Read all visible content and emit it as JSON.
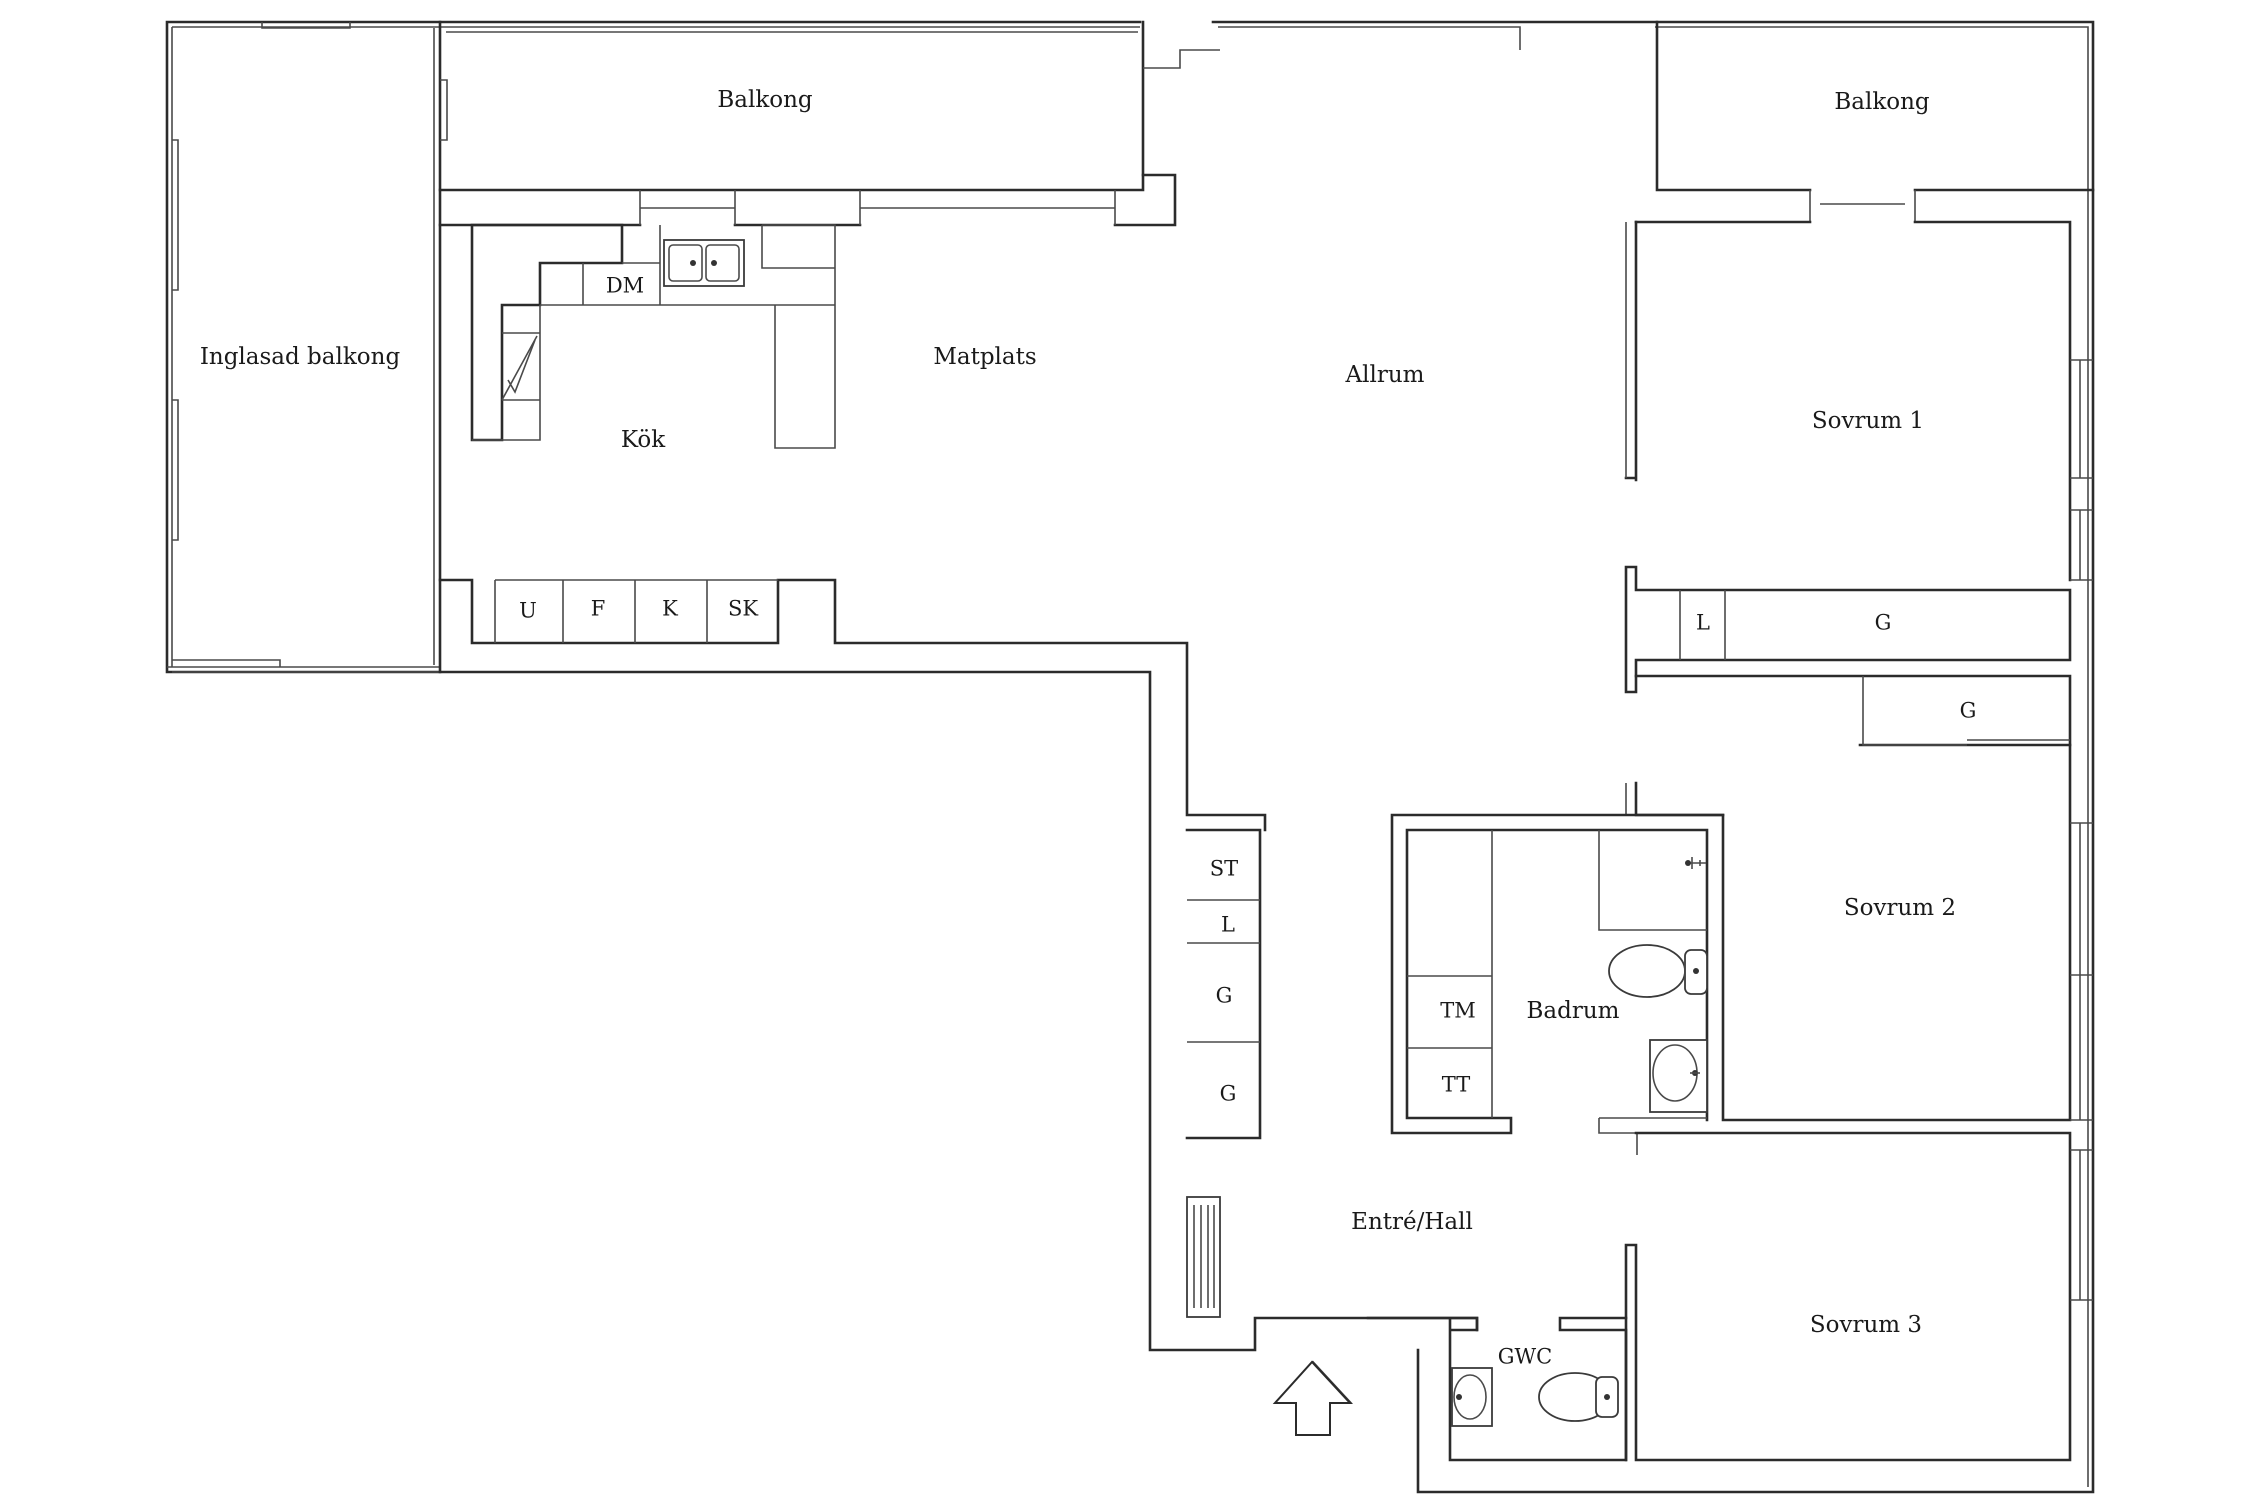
{
  "rooms": {
    "inglasad_balkong": "Inglasad balkong",
    "balkong_left": "Balkong",
    "balkong_right": "Balkong",
    "kok": "Kök",
    "matplats": "Matplats",
    "allrum": "Allrum",
    "sovrum1": "Sovrum 1",
    "sovrum2": "Sovrum 2",
    "sovrum3": "Sovrum 3",
    "badrum": "Badrum",
    "entre_hall": "Entré/Hall",
    "gwc": "GWC"
  },
  "fixtures": {
    "dm": "DM",
    "u": "U",
    "f": "F",
    "k": "K",
    "sk": "SK",
    "l_sovrum1": "L",
    "g_sovrum1": "G",
    "g_sovrum2": "G",
    "st": "ST",
    "l_hall": "L",
    "g_hall_1": "G",
    "g_hall_2": "G",
    "tm": "TM",
    "tt": "TT"
  },
  "icons": {
    "entrance": "entrance-arrow-icon",
    "sink": "sink-icon",
    "toilet": "toilet-icon",
    "washbasin": "washbasin-icon",
    "radiator": "radiator-icon"
  }
}
